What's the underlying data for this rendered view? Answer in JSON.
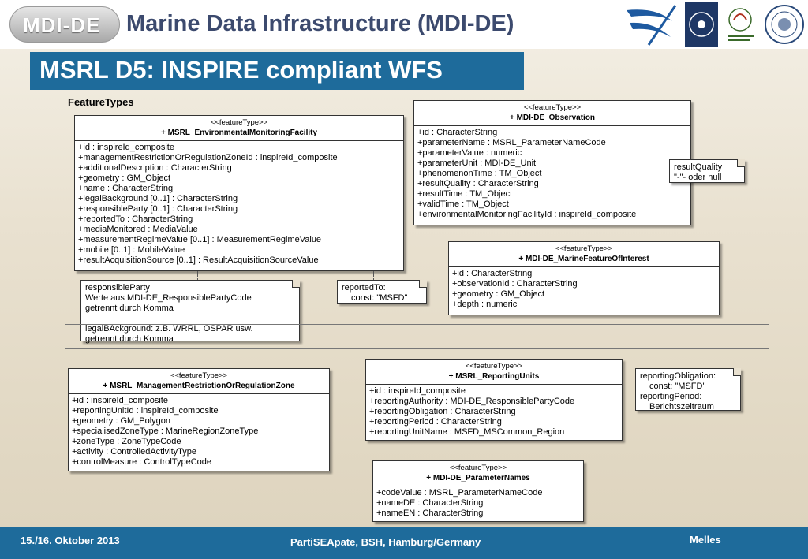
{
  "header": {
    "logo_text": "MDI-DE",
    "title": "Marine Data Infrastructure (MDI-DE)",
    "partner_logos": [
      "BAW",
      "BSH",
      "BfN",
      "seal"
    ]
  },
  "slide": {
    "title": "MSRL D5: INSPIRE compliant WFS",
    "feature_types_label": "FeatureTypes"
  },
  "classes": {
    "facility": {
      "stereotype": "<<featureType>>",
      "name": "+ MSRL_EnvironmentalMonitoringFacility",
      "attrs": [
        "+id : inspireId_composite",
        "+managementRestrictionOrRegulationZoneId : inspireId_composite",
        "+additionalDescription : CharacterString",
        "+geometry : GM_Object",
        "+name : CharacterString",
        "+legalBackground [0..1] : CharacterString",
        "+responsibleParty [0..1] : CharacterString",
        "+reportedTo : CharacterString",
        "+mediaMonitored : MediaValue",
        "+measurementRegimeValue [0..1] : MeasurementRegimeValue",
        "+mobile [0..1] : MobileValue",
        "+resultAcquisitionSource [0..1] : ResultAcquisitionSourceValue"
      ]
    },
    "observation": {
      "stereotype": "<<featureType>>",
      "name": "+ MDI-DE_Observation",
      "attrs": [
        "+id : CharacterString",
        "+parameterName : MSRL_ParameterNameCode",
        "+parameterValue : numeric",
        "+parameterUnit : MDI-DE_Unit",
        "+phenomenonTime : TM_Object",
        "+resultQuality : CharacterString",
        "+resultTime : TM_Object",
        "+validTime : TM_Object",
        "+environmentalMonitoringFacilityId : inspireId_composite"
      ]
    },
    "marine_feature": {
      "stereotype": "<<featureType>>",
      "name": "+ MDI-DE_MarineFeatureOfInterest",
      "attrs": [
        "+id : CharacterString",
        "+observationId : CharacterString",
        "+geometry : GM_Object",
        "+depth : numeric"
      ]
    },
    "zone": {
      "stereotype": "<<featureType>>",
      "name": "+ MSRL_ManagementRestrictionOrRegulationZone",
      "attrs": [
        "+id : inspireId_composite",
        "+reportingUnitId : inspireId_composite",
        "+geometry : GM_Polygon",
        "+specialisedZoneType : MarineRegionZoneType",
        "+zoneType : ZoneTypeCode",
        "+activity : ControlledActivityType",
        "+controlMeasure : ControlTypeCode"
      ]
    },
    "reporting_units": {
      "stereotype": "<<featureType>>",
      "name": "+ MSRL_ReportingUnits",
      "attrs": [
        "+id : inspireId_composite",
        "+reportingAuthority : MDI-DE_ResponsiblePartyCode",
        "+reportingObligation : CharacterString",
        "+reportingPeriod : CharacterString",
        "+reportingUnitName : MSFD_MSCommon_Region"
      ]
    },
    "parameter_names": {
      "stereotype": "<<featureType>>",
      "name": "+ MDI-DE_ParameterNames",
      "attrs": [
        "+codeValue : MSRL_ParameterNameCode",
        "+nameDE : CharacterString",
        "+nameEN : CharacterString"
      ]
    }
  },
  "notes": {
    "responsible": {
      "l1": "responsibleParty",
      "l2": "Werte aus MDI-DE_ResponsiblePartyCode",
      "l3": "getrennt durch Komma",
      "l4": "legalBAckground: z.B. WRRL, OSPAR usw.",
      "l5": "getrennt durch Komma"
    },
    "reported": {
      "l1": "reportedTo:",
      "l2": "const: \"MSFD\""
    },
    "quality": {
      "l1": "resultQuality",
      "l2": "\"-\"- oder null"
    },
    "obligation": {
      "l1": "reportingObligation:",
      "l2": "const: \"MSFD\"",
      "l3": "reportingPeriod:",
      "l4": "Berichtszeitraum"
    }
  },
  "footer": {
    "date": "15./16. Oktober 2013",
    "event": "PartiSEApate, BSH, Hamburg/Germany",
    "author": "Melles"
  }
}
